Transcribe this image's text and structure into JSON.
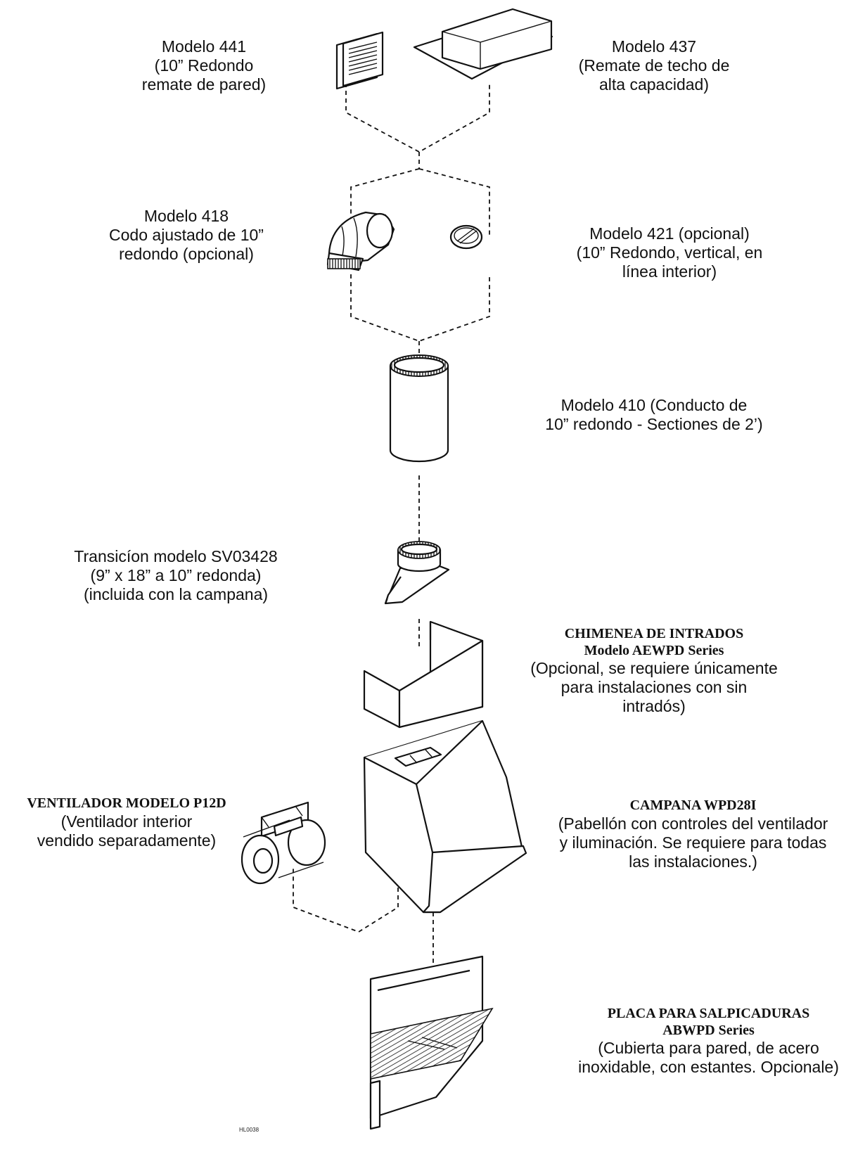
{
  "labels": {
    "m441": [
      "Modelo 441",
      "(10” Redondo",
      "remate de pared)"
    ],
    "m437": [
      "Modelo 437",
      "(Remate de techo de",
      "alta capacidad)"
    ],
    "m418": [
      "Modelo 418",
      "Codo ajustado de 10”",
      "redondo (opcional)"
    ],
    "m421": [
      "Modelo 421 (opcional)",
      "(10” Redondo, vertical, en",
      "línea interior)"
    ],
    "m410": [
      "Modelo 410 (Conducto de",
      "10” redondo - Sectiones de 2’)"
    ],
    "sv03428": [
      "Transicíon modelo SV03428",
      "(9” x 18” a 10” redonda)",
      "(incluida con la campana)"
    ],
    "chimenea": {
      "title": "CHIMENEA DE INTRADOS",
      "subtitle": "Modelo AEWPD Series",
      "desc": [
        "(Opcional, se requiere únicamente",
        "para instalaciones con sin",
        "intradós)"
      ]
    },
    "ventilador": {
      "title": "VENTILADOR MODELO P12D",
      "desc": [
        "(Ventilador interior",
        "vendido separadamente)"
      ]
    },
    "campana": {
      "title": "CAMPANA WPD28I",
      "desc": [
        "(Pabellón con controles del ventilador",
        "y iluminación. Se requiere para todas",
        "las instalaciones.)"
      ]
    },
    "placa": {
      "title": "PLACA PARA SALPICADURAS",
      "subtitle": "ABWPD Series",
      "desc": [
        "(Cubierta para pared, de acero",
        "inoxidable, con estantes. Opcionale)"
      ]
    }
  },
  "drawing_code": "HL0038"
}
